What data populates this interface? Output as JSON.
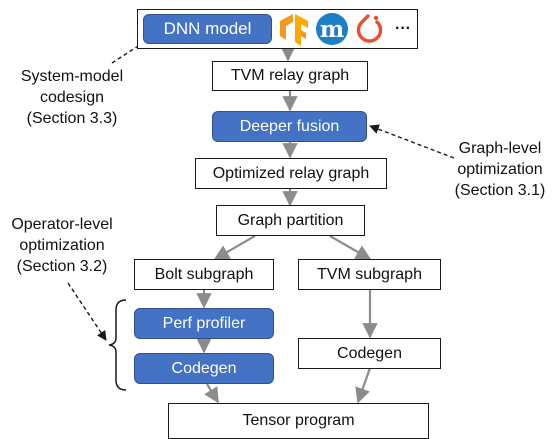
{
  "top_row": {
    "dnn_label": "DNN model",
    "ellipsis": "···"
  },
  "logos": [
    "tensorflow-logo",
    "mxnet-logo",
    "pytorch-logo"
  ],
  "nodes": {
    "tvm_relay_graph": "TVM relay graph",
    "deeper_fusion": "Deeper fusion",
    "optimized_relay_graph": "Optimized relay graph",
    "graph_partition": "Graph partition",
    "bolt_subgraph": "Bolt subgraph",
    "tvm_subgraph": "TVM subgraph",
    "perf_profiler": "Perf profiler",
    "codegen_bolt": "Codegen",
    "codegen_tvm": "Codegen",
    "tensor_program": "Tensor program"
  },
  "annotations": {
    "system_model": [
      "System-model",
      "codesign",
      "(Section 3.3)"
    ],
    "graph_level": [
      "Graph-level",
      "optimization",
      "(Section 3.1)"
    ],
    "operator_level": [
      "Operator-level",
      "optimization",
      "(Section 3.2)"
    ]
  },
  "colors": {
    "accent_blue": "#4472c4",
    "arrow_gray": "#8c8c8c",
    "tensorflow_orange": "#f59a1b",
    "mxnet_blue": "#1d7fc4",
    "pytorch_red": "#ee4c2c"
  }
}
